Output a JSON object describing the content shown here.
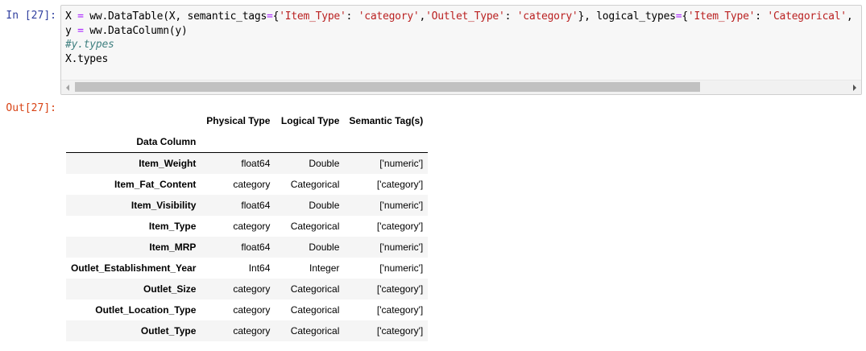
{
  "cell": {
    "input_prompt": "In [27]:",
    "output_prompt": "Out[27]:",
    "code_lines": [
      [
        {
          "t": "X ",
          "c": ""
        },
        {
          "t": "=",
          "c": "op"
        },
        {
          "t": " ww.DataTable(X, semantic_tags",
          "c": ""
        },
        {
          "t": "=",
          "c": "op"
        },
        {
          "t": "{",
          "c": ""
        },
        {
          "t": "'Item_Type'",
          "c": "str"
        },
        {
          "t": ": ",
          "c": ""
        },
        {
          "t": "'category'",
          "c": "str"
        },
        {
          "t": ",",
          "c": ""
        },
        {
          "t": "'Outlet_Type'",
          "c": "str"
        },
        {
          "t": ": ",
          "c": ""
        },
        {
          "t": "'category'",
          "c": "str"
        },
        {
          "t": "}, logical_types",
          "c": ""
        },
        {
          "t": "=",
          "c": "op"
        },
        {
          "t": "{",
          "c": ""
        },
        {
          "t": "'Item_Type'",
          "c": "str"
        },
        {
          "t": ": ",
          "c": ""
        },
        {
          "t": "'Categorical'",
          "c": "str"
        },
        {
          "t": ",",
          "c": ""
        }
      ],
      [
        {
          "t": "y ",
          "c": ""
        },
        {
          "t": "=",
          "c": "op"
        },
        {
          "t": " ww.DataColumn(y)",
          "c": ""
        }
      ],
      [
        {
          "t": "#y.types",
          "c": "cm"
        }
      ],
      [
        {
          "t": "X.types",
          "c": ""
        }
      ]
    ]
  },
  "table": {
    "headers": [
      "Physical Type",
      "Logical Type",
      "Semantic Tag(s)"
    ],
    "index_name": "Data Column",
    "rows": [
      {
        "name": "Item_Weight",
        "physical": "float64",
        "logical": "Double",
        "tags": "['numeric']"
      },
      {
        "name": "Item_Fat_Content",
        "physical": "category",
        "logical": "Categorical",
        "tags": "['category']"
      },
      {
        "name": "Item_Visibility",
        "physical": "float64",
        "logical": "Double",
        "tags": "['numeric']"
      },
      {
        "name": "Item_Type",
        "physical": "category",
        "logical": "Categorical",
        "tags": "['category']"
      },
      {
        "name": "Item_MRP",
        "physical": "float64",
        "logical": "Double",
        "tags": "['numeric']"
      },
      {
        "name": "Outlet_Establishment_Year",
        "physical": "Int64",
        "logical": "Integer",
        "tags": "['numeric']"
      },
      {
        "name": "Outlet_Size",
        "physical": "category",
        "logical": "Categorical",
        "tags": "['category']"
      },
      {
        "name": "Outlet_Location_Type",
        "physical": "category",
        "logical": "Categorical",
        "tags": "['category']"
      },
      {
        "name": "Outlet_Type",
        "physical": "category",
        "logical": "Categorical",
        "tags": "['category']"
      }
    ]
  },
  "scrollbar": {
    "left_icon": "arrow-left-icon",
    "right_icon": "arrow-right-icon"
  }
}
